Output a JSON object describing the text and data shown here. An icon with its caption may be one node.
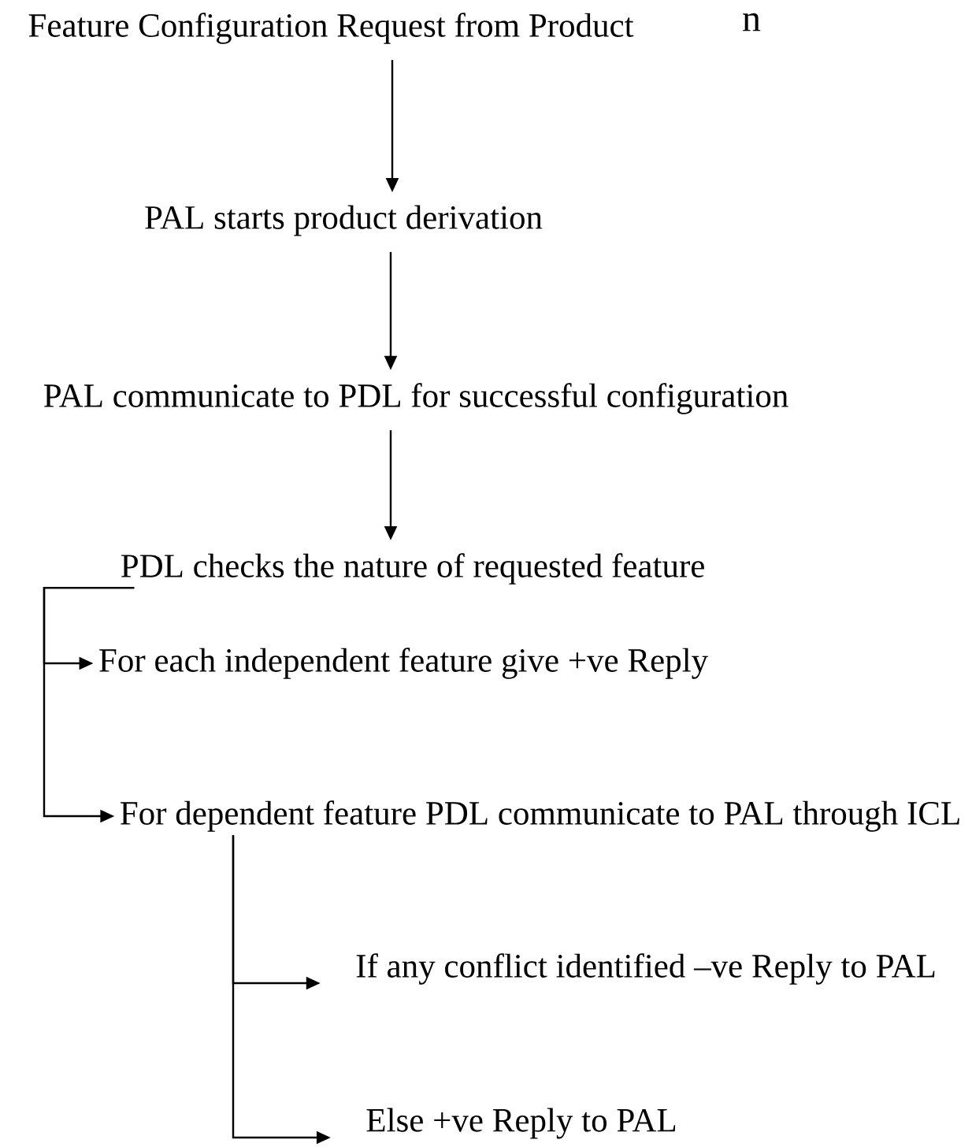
{
  "diagram": {
    "nodes": [
      {
        "text": [
          "Feature Configuration Request from Product"
        ]
      },
      {
        "text": [
          "PAL starts product derivation"
        ]
      },
      {
        "text": [
          "PAL communicate to PDL for successful configuration"
        ]
      },
      {
        "text": [
          "PDL checks the nature of requested feature"
        ]
      },
      {
        "text": [
          "For each independent feature give +ve Reply"
        ]
      },
      {
        "text": [
          "For dependent feature PDL communicate to PAL through ICL"
        ]
      },
      {
        "text": [
          "If any conflict identified –ve Reply to PAL"
        ]
      },
      {
        "text": [
          "Else +ve Reply to PAL"
        ]
      }
    ],
    "edges": [
      {
        "from": 0,
        "to": 1,
        "arrow": "to"
      },
      {
        "from": 1,
        "to": 2,
        "arrow": "to"
      },
      {
        "from": 2,
        "to": 3,
        "arrow": "to"
      },
      {
        "from": 3,
        "to": 4,
        "arrow": "to"
      },
      {
        "from": 3,
        "to": 5,
        "arrow": "to"
      },
      {
        "from": 5,
        "to": 6,
        "arrow": "to"
      },
      {
        "from": 5,
        "to": 7,
        "arrow": "to"
      }
    ],
    "labels": [
      "n"
    ]
  }
}
